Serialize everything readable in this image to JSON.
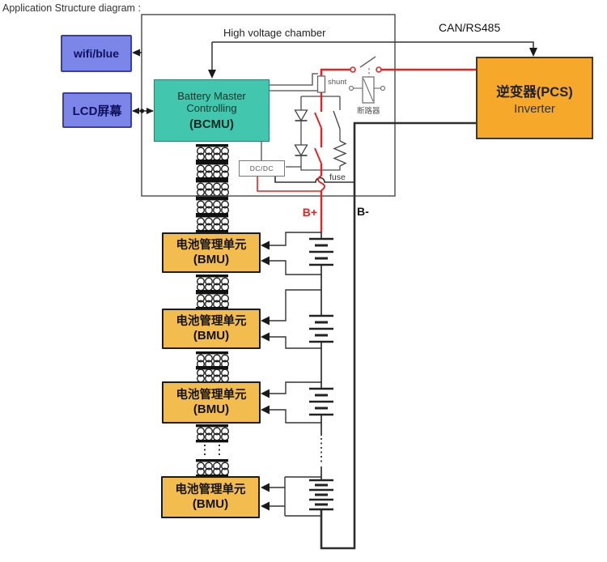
{
  "title": "Application Structure diagram :",
  "chamber": {
    "label": "High voltage chamber"
  },
  "can_bus": {
    "label": "CAN/RS485"
  },
  "wifi_box": {
    "label": "wifi/blue"
  },
  "lcd_box": {
    "label": "LCD屏幕"
  },
  "bcmu_box": {
    "line1": "Battery Master",
    "line2": "Controlling",
    "line3": "(BCMU)"
  },
  "inverter_box": {
    "line1": "逆变器(PCS)",
    "line2": "Inverter"
  },
  "dcdc_box": {
    "label": "DC/DC"
  },
  "components": {
    "shunt_label": "shunt",
    "breaker_label": "断路器",
    "fuse_label": "fuse"
  },
  "terminals": {
    "b_plus": "B+",
    "b_minus": "B-"
  },
  "bmus": [
    {
      "line1": "电池管理单元",
      "line2": "(BMU)"
    },
    {
      "line1": "电池管理单元",
      "line2": "(BMU)"
    },
    {
      "line1": "电池管理单元",
      "line2": "(BMU)"
    },
    {
      "line1": "电池管理单元",
      "line2": "(BMU)"
    }
  ],
  "colors": {
    "wire_red": "#e02525",
    "wire_dark": "#2e2e2e",
    "wire_thin": "#4a4a4a",
    "box_blue": "#7b86e8",
    "box_blue_border": "#3c3f9f",
    "box_teal": "#42c7ae",
    "box_bmu_orange": "#f3bc4f",
    "box_inverter_orange": "#f5a829"
  }
}
